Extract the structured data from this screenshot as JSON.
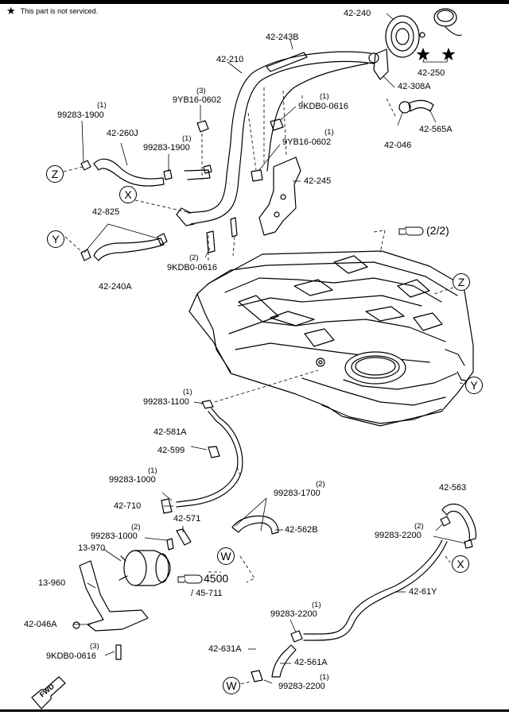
{
  "note": {
    "star": "★",
    "text": "This part is not serviced."
  },
  "labels": {
    "p42_240": "42-240",
    "p42_243B": "42-243B",
    "p42_210": "42-210",
    "p9YB16_3": "9YB16-0602",
    "q9YB16_3": "(3)",
    "p9KDB0_1": "9KDB0-0616",
    "q9KDB0_1": "(1)",
    "p99283_1900a": "99283-1900",
    "q99283_1900a": "(1)",
    "p42_260J": "42-260J",
    "p99283_1900b": "99283-1900",
    "q99283_1900b": "(1)",
    "p9YB16_1": "9YB16-0602",
    "q9YB16_1": "(1)",
    "p42_245": "42-245",
    "p42_825": "42-825",
    "p9KDB0_2": "9KDB0-0616",
    "q9KDB0_2": "(2)",
    "p42_240A": "42-240A",
    "p42_250": "42-250",
    "p42_308A": "42-308A",
    "p42_046": "42-046",
    "p42_565A": "42-565A",
    "p2_2": "(2/2)",
    "p99283_1100": "99283-1100",
    "q99283_1100": "(1)",
    "p42_581A": "42-581A",
    "p42_599": "42-599",
    "p99283_1000a": "99283-1000",
    "q99283_1000a": "(1)",
    "p42_710": "42-710",
    "p42_571": "42-571",
    "p99283_1000b": "99283-1000",
    "q99283_1000b": "(2)",
    "p13_970": "13-970",
    "p4500": "4500",
    "p45_711": "/ 45-711",
    "p13_960": "13-960",
    "p42_046A": "42-046A",
    "p9KDB0_3": "9KDB0-0616",
    "q9KDB0_3": "(3)",
    "p99283_1700": "99283-1700",
    "q99283_1700": "(2)",
    "p42_562B": "42-562B",
    "p42_563": "42-563",
    "p99283_2200a": "99283-2200",
    "q99283_2200a": "(2)",
    "p42_61Y": "42-61Y",
    "p99283_2200b": "99283-2200",
    "q99283_2200b": "(1)",
    "p42_631A": "42-631A",
    "p42_561A": "42-561A",
    "p99283_2200c": "99283-2200",
    "q99283_2200c": "(1)"
  },
  "callouts": {
    "z1": "Z",
    "x1": "X",
    "y1": "Y",
    "z2": "Z",
    "y2": "Y",
    "w1": "W",
    "x2": "X",
    "w2": "W"
  },
  "fwd": "FWD",
  "icons": {
    "star": "star-icon",
    "hand": "pointing-hand-icon",
    "fwd": "fwd-arrow-icon"
  }
}
